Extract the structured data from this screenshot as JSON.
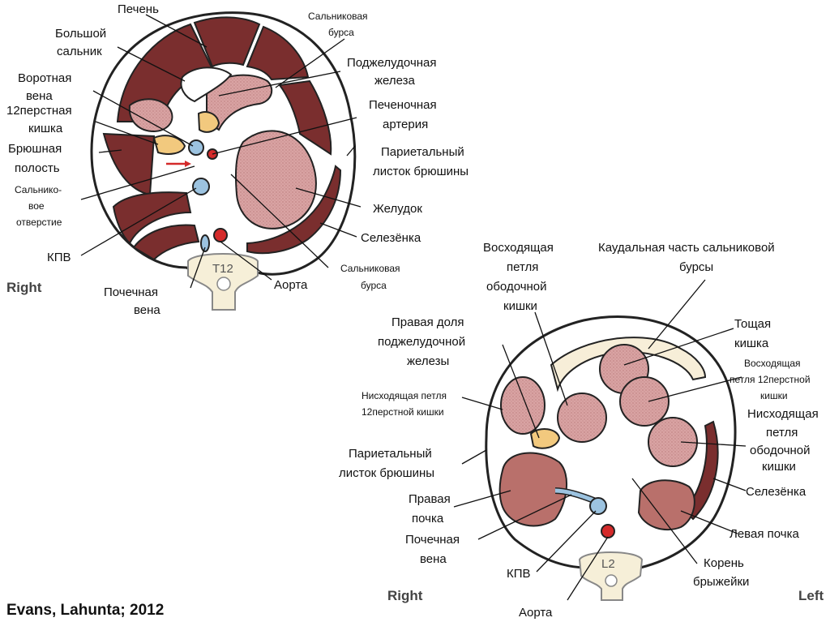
{
  "citation": "Evans, Lahunta; 2012",
  "top_diagram": {
    "side_label": "Right",
    "vertebra": "T12",
    "labels": {
      "liver": "Печень",
      "omental_bursa_top_1": "Сальниковая",
      "omental_bursa_top_2": "бурса",
      "greater_omentum_1": "Большой",
      "greater_omentum_2": "сальник",
      "pancreas_1": "Поджелудочная",
      "pancreas_2": "железа",
      "portal_vein_1": "Воротная",
      "portal_vein_2": "вена",
      "hepatic_artery_1": "Печеночная",
      "hepatic_artery_2": "артерия",
      "duodenum_1": "12перстная",
      "duodenum_2": "кишка",
      "abdominal_cavity_1": "Брюшная",
      "abdominal_cavity_2": "полость",
      "parietal_peritoneum_1": "Париетальный",
      "parietal_peritoneum_2": "листок брюшины",
      "epiploic_foramen_1": "Сальнико-",
      "epiploic_foramen_2": "вое",
      "epiploic_foramen_3": "отверстие",
      "stomach": "Желудок",
      "spleen": "Селезёнка",
      "cvc": "КПВ",
      "omental_bursa_bottom_1": "Сальниковая",
      "omental_bursa_bottom_2": "бурса",
      "aorta": "Аорта",
      "renal_vein_1": "Почечная",
      "renal_vein_2": "вена"
    }
  },
  "bottom_diagram": {
    "side_left_label": "Right",
    "side_right_label": "Left",
    "vertebra": "L2",
    "labels": {
      "ascending_colon_loop_1": "Восходящая",
      "ascending_colon_loop_2": "петля",
      "ascending_colon_loop_3": "ободочной",
      "ascending_colon_loop_4": "кишки",
      "caudal_bursa_1": "Каудальная часть сальниковой",
      "caudal_bursa_2": "бурсы",
      "right_pancreas_1": "Правая доля",
      "right_pancreas_2": "поджелудочной",
      "right_pancreas_3": "железы",
      "jejunum_1": "Тощая",
      "jejunum_2": "кишка",
      "ascending_duodenum_1": "Восходящая",
      "ascending_duodenum_2": "петля 12перстной",
      "ascending_duodenum_3": "кишки",
      "descending_duodenum_1": "Нисходящая петля",
      "descending_duodenum_2": "12перстной кишки",
      "descending_colon_1": "Нисходящая",
      "descending_colon_2": "петля",
      "descending_colon_3": "ободочной",
      "descending_colon_4": "кишки",
      "parietal_peritoneum_1": "Париетальный",
      "parietal_peritoneum_2": "листок брюшины",
      "spleen": "Селезёнка",
      "right_kidney_1": "Правая",
      "right_kidney_2": "почка",
      "left_kidney": "Левая почка",
      "renal_vein_1": "Почечная",
      "renal_vein_2": "вена",
      "mesentery_root_1": "Корень",
      "mesentery_root_2": "брыжейки",
      "cvc": "КПВ",
      "aorta": "Аорта"
    }
  },
  "colors": {
    "liver": "#7a2e2e",
    "pink_organ": "#d9a3a3",
    "kidney": "#b9706b",
    "pancreas": "#f2c97e",
    "vein": "#9cc3e0",
    "artery": "#d42a2a",
    "bursa_fill": "#f7eed8",
    "bone": "#f6efd8"
  }
}
